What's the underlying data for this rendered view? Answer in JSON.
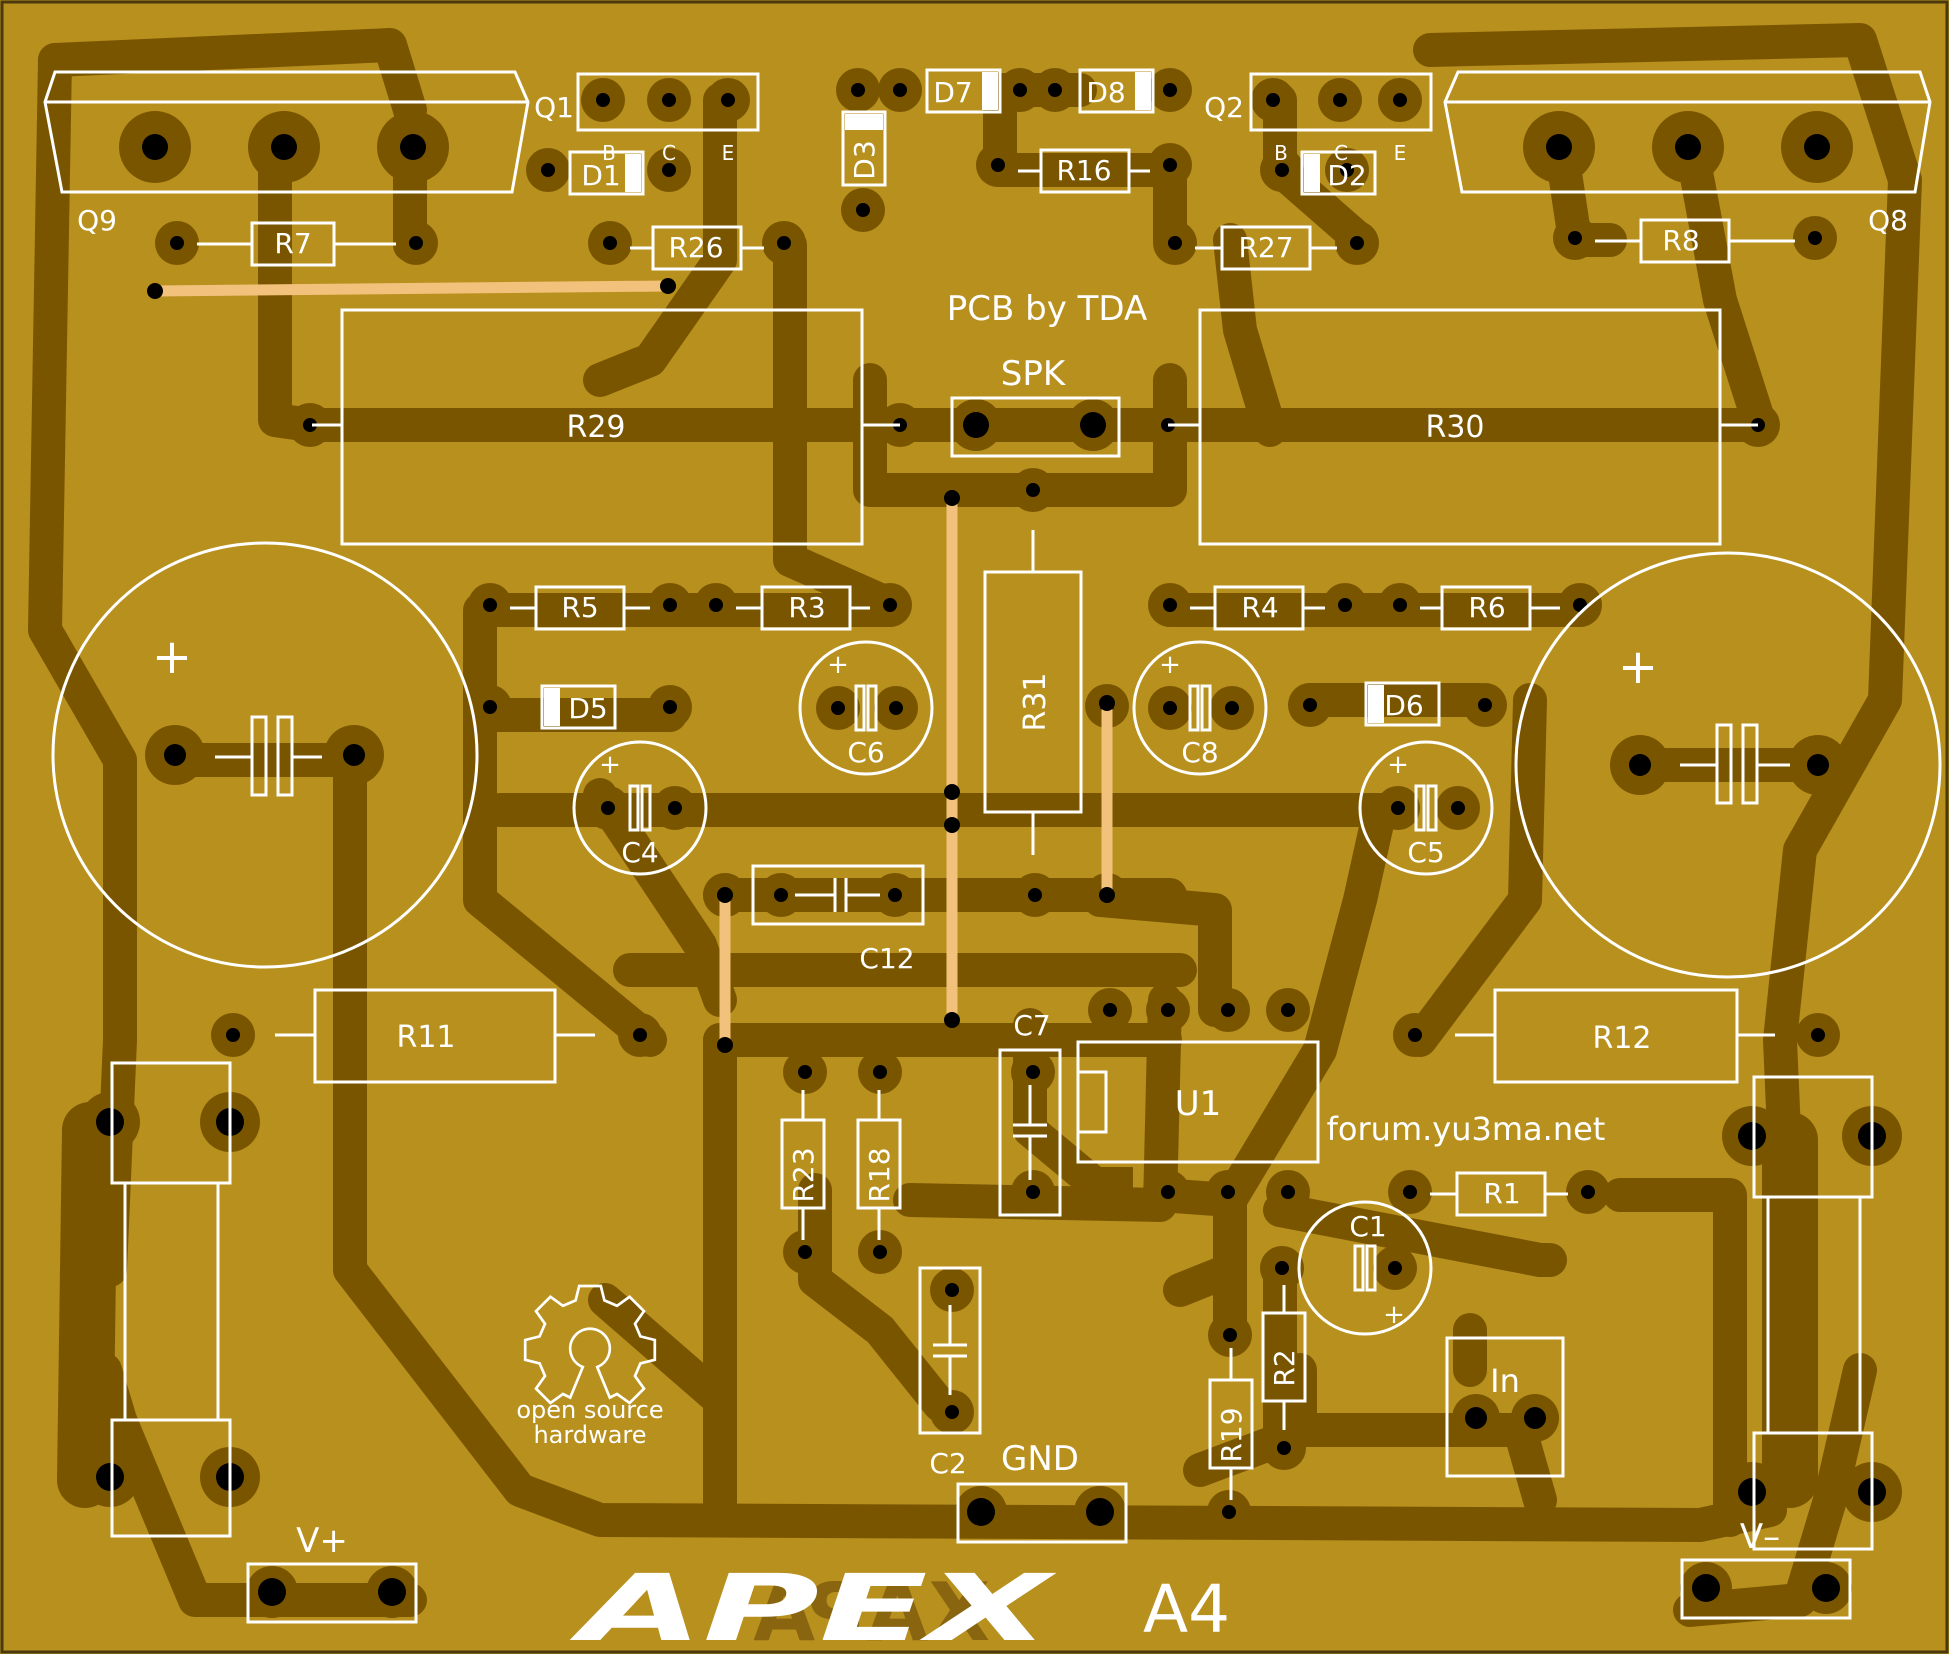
{
  "board": {
    "credit": "PCB by TDA",
    "forum": "forum.yu3ma.net",
    "logo_line1": "open source",
    "logo_line2": "hardware",
    "brand": "APEX",
    "model": "A4",
    "colors": {
      "board": "#b8901e",
      "copper": "#7a5500",
      "silkscreen": "#ffffff",
      "jumper": "#f2c27c",
      "drill": "#000000"
    }
  },
  "connectors": {
    "spk": "SPK",
    "gnd": "GND",
    "vplus": "V+",
    "vminus": "V–",
    "in": "In"
  },
  "pins": {
    "b": "B",
    "c": "C",
    "e": "E"
  },
  "components": {
    "q1": "Q1",
    "q2": "Q2",
    "q8": "Q8",
    "q9": "Q9",
    "d1": "D1",
    "d2": "D2",
    "d3": "D3",
    "d5": "D5",
    "d6": "D6",
    "d7": "D7",
    "d8": "D8",
    "r1": "R1",
    "r2": "R2",
    "r3": "R3",
    "r4": "R4",
    "r5": "R5",
    "r6": "R6",
    "r7": "R7",
    "r8": "R8",
    "r11": "R11",
    "r12": "R12",
    "r16": "R16",
    "r18": "R18",
    "r19": "R19",
    "r23": "R23",
    "r26": "R26",
    "r27": "R27",
    "r29": "R29",
    "r30": "R30",
    "r31": "R31",
    "c1": "C1",
    "c2": "C2",
    "c4": "C4",
    "c5": "C5",
    "c6": "C6",
    "c7": "C7",
    "c8": "C8",
    "c12": "C12",
    "u1": "U1",
    "plus": "+"
  }
}
